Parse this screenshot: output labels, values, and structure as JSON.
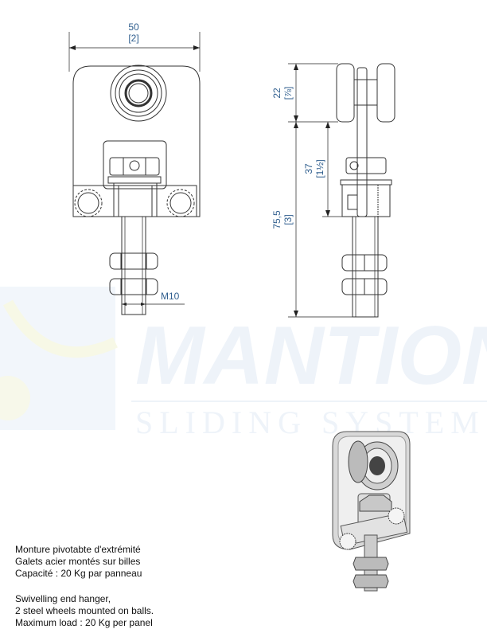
{
  "watermark": {
    "brand": "MANTION",
    "tagline": "SLIDING SYSTEMS"
  },
  "front_view": {
    "width_mm": "50",
    "width_in": "[2]",
    "thread": "M10"
  },
  "side_view": {
    "wheel_height_mm": "22",
    "wheel_height_in": "[⅞]",
    "bracket_height_mm": "37",
    "bracket_height_in": "[1½]",
    "total_height_mm": "75,5",
    "total_height_in": "[3]"
  },
  "description_fr": [
    "Monture pivotabte d'extrémité",
    "Galets acier montés sur billes",
    "Capacité : 20 Kg par panneau"
  ],
  "description_en": [
    "Swivelling end hanger,",
    "2 steel wheels mounted on balls.",
    "Maximum load : 20 Kg per panel"
  ],
  "colors": {
    "dimension": "#2f5e8e",
    "watermark": "#eef3f9"
  }
}
